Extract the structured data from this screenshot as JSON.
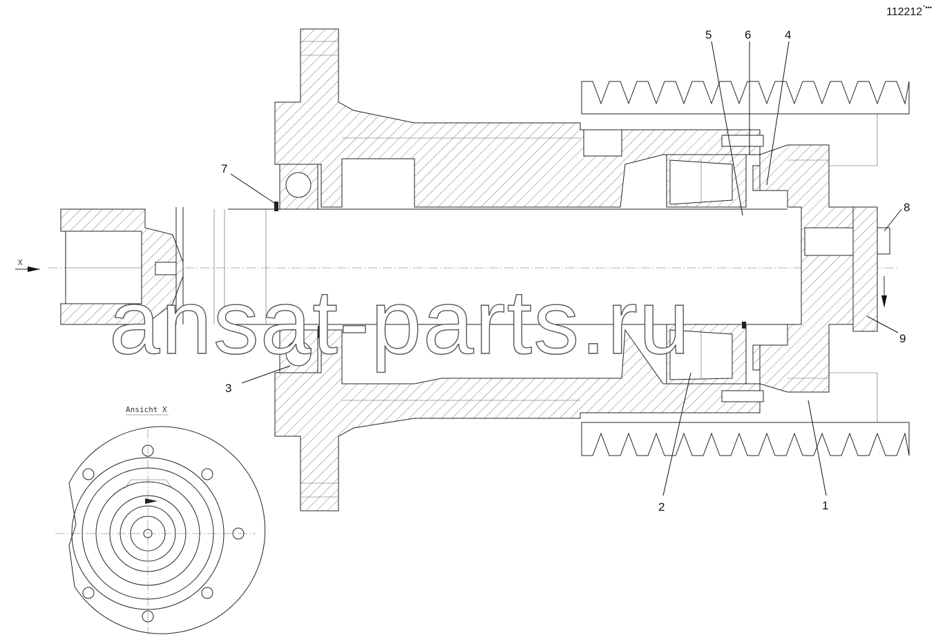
{
  "document": {
    "number": "112212",
    "number_suffix": "°•••"
  },
  "view_label": "Ansicht X",
  "arrow_label": "X",
  "watermark": "ansat-parts.ru",
  "callouts": [
    {
      "id": "1",
      "label": "1"
    },
    {
      "id": "2",
      "label": "2"
    },
    {
      "id": "3",
      "label": "3"
    },
    {
      "id": "4",
      "label": "4"
    },
    {
      "id": "5",
      "label": "5"
    },
    {
      "id": "6",
      "label": "6"
    },
    {
      "id": "7",
      "label": "7"
    },
    {
      "id": "8",
      "label": "8"
    },
    {
      "id": "9",
      "label": "9"
    }
  ]
}
